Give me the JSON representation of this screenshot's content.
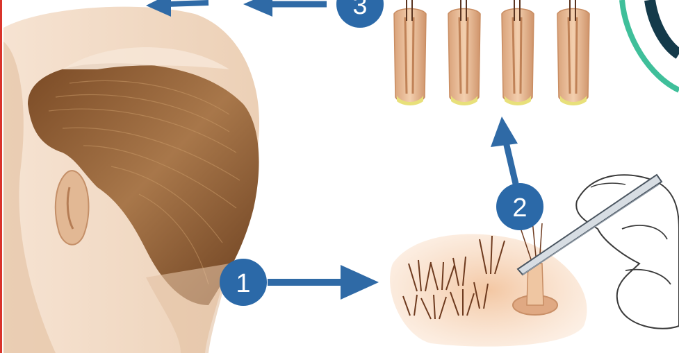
{
  "diagram": {
    "steps": [
      {
        "number": "1"
      },
      {
        "number": "2"
      },
      {
        "number": "3"
      }
    ],
    "graft_count": 4,
    "colors": {
      "arrow": "#2f6aa6",
      "badge": "#2b69a8",
      "hair": "#8b5a2b",
      "skin": "#f2d2b6",
      "graft": "#e8b690",
      "logo_teal": "#3fbf9a",
      "logo_dark": "#143a4a",
      "frame_edge": "#d9342b"
    }
  }
}
